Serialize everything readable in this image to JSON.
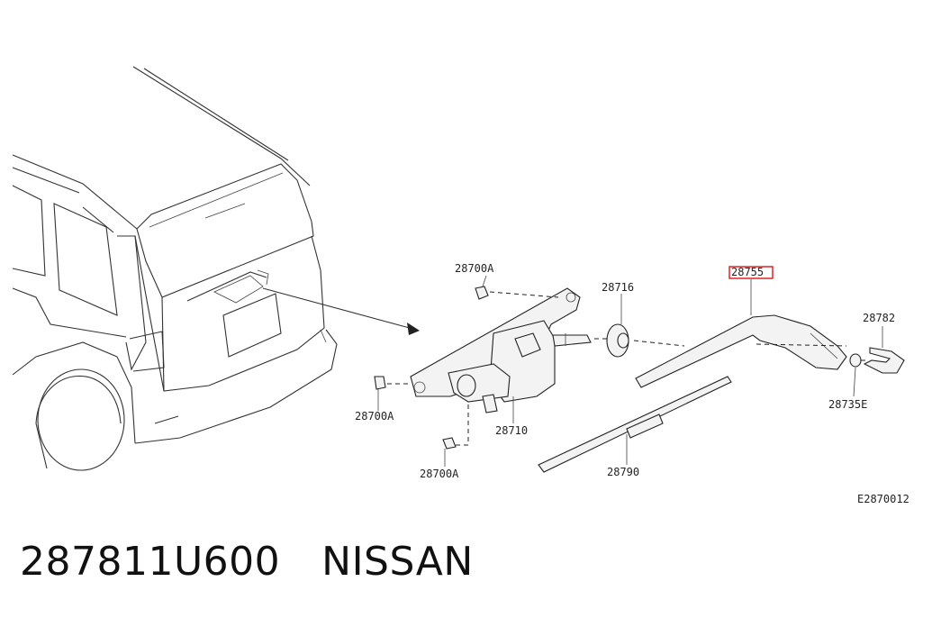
{
  "diagram": {
    "labels": {
      "l28700a_top": "28700A",
      "l28716": "28716",
      "l28755": "28755",
      "l28782": "28782",
      "l28700a_left": "28700A",
      "l28710": "28710",
      "l28735e": "28735E",
      "l28700a_bottom": "28700A",
      "l28790": "28790",
      "code": "E2870012"
    }
  },
  "caption": {
    "part_number": "287811U600",
    "brand": "NISSAN"
  },
  "colors": {
    "highlight": "#e01515",
    "line": "#222222"
  }
}
